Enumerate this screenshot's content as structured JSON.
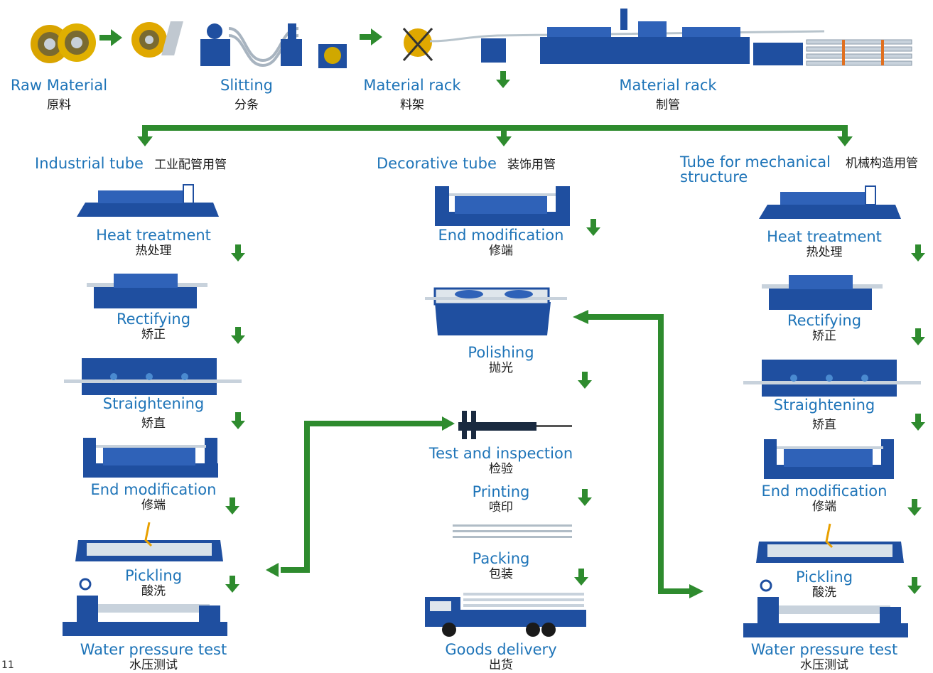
{
  "top": [
    {
      "en": "Raw Material",
      "zh": "原料"
    },
    {
      "en": "Slitting",
      "zh": "分条"
    },
    {
      "en": "Material rack",
      "zh": "料架"
    },
    {
      "en": "Material rack",
      "zh": "制管"
    }
  ],
  "branches": {
    "industrial": {
      "en": "Industrial tube",
      "zh": "工业配管用管"
    },
    "decorative": {
      "en": "Decorative tube",
      "zh": "装饰用管"
    },
    "mechanical": {
      "en": "Tube for mechanical structure",
      "zh": "机械构造用管"
    }
  },
  "left_steps": [
    {
      "en": "Heat treatment",
      "zh": "热处理"
    },
    {
      "en": "Rectifying",
      "zh": "矫正"
    },
    {
      "en": "Straightening",
      "zh": "矫直"
    },
    {
      "en": "End modification",
      "zh": "修端"
    },
    {
      "en": "Pickling",
      "zh": "酸洗"
    },
    {
      "en": "Water pressure test",
      "zh": "水压测试"
    }
  ],
  "mid_steps": [
    {
      "en": "End modification",
      "zh": "修端"
    },
    {
      "en": "Polishing",
      "zh": "抛光"
    },
    {
      "en": "Test and inspection",
      "zh": "检验"
    },
    {
      "en": "Printing",
      "zh": "喷印"
    },
    {
      "en": "Packing",
      "zh": "包装"
    },
    {
      "en": "Goods delivery",
      "zh": "出货"
    }
  ],
  "right_steps": [
    {
      "en": "Heat treatment",
      "zh": "热处理"
    },
    {
      "en": "Rectifying",
      "zh": "矫正"
    },
    {
      "en": "Straightening",
      "zh": "矫直"
    },
    {
      "en": "End modification",
      "zh": "修端"
    },
    {
      "en": "Pickling",
      "zh": "酸洗"
    },
    {
      "en": "Water pressure test",
      "zh": "水压测试"
    }
  ],
  "page_number": "11",
  "colors": {
    "arrow": "#2e8b2e",
    "machine": "#1f4fa0",
    "label_en": "#1e74b8"
  }
}
